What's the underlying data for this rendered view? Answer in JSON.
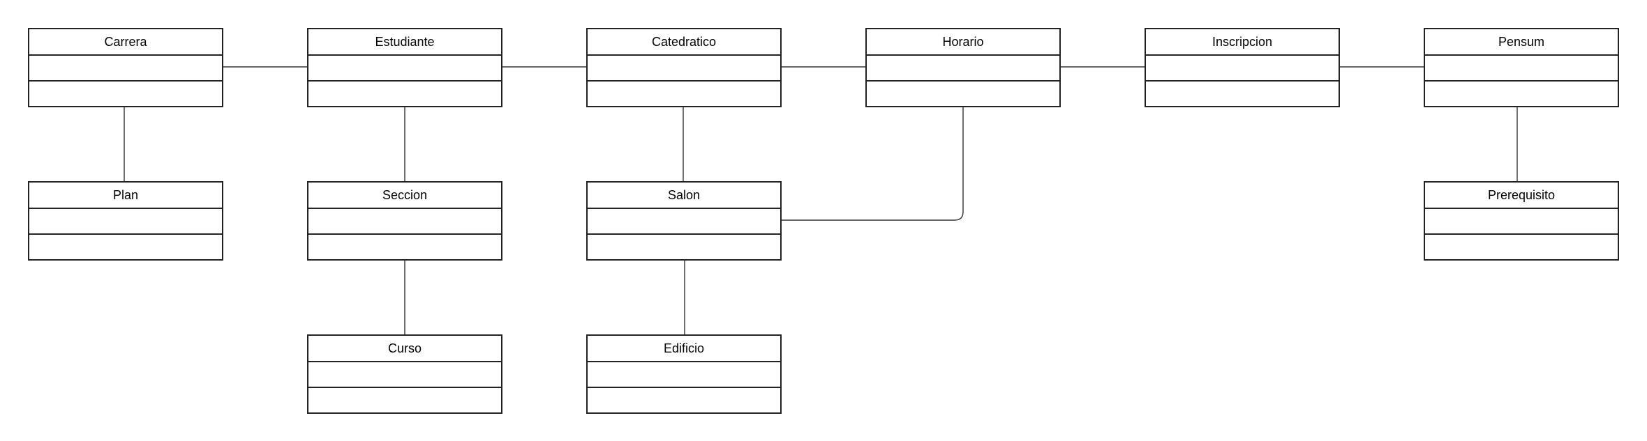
{
  "diagram": {
    "line_color": "#333333",
    "box_border_color": "#222222",
    "classes": {
      "carrera": "Carrera",
      "estudiante": "Estudiante",
      "catedratico": "Catedratico",
      "horario": "Horario",
      "inscripcion": "Inscripcion",
      "pensum": "Pensum",
      "plan": "Plan",
      "seccion": "Seccion",
      "salon": "Salon",
      "prerequisito": "Prerequisito",
      "curso": "Curso",
      "edificio": "Edificio"
    },
    "associations": [
      {
        "from": "Carrera",
        "to": "Estudiante"
      },
      {
        "from": "Estudiante",
        "to": "Catedratico"
      },
      {
        "from": "Catedratico",
        "to": "Horario"
      },
      {
        "from": "Horario",
        "to": "Inscripcion"
      },
      {
        "from": "Inscripcion",
        "to": "Pensum"
      },
      {
        "from": "Carrera",
        "to": "Plan"
      },
      {
        "from": "Estudiante",
        "to": "Seccion"
      },
      {
        "from": "Seccion",
        "to": "Curso"
      },
      {
        "from": "Catedratico",
        "to": "Salon"
      },
      {
        "from": "Salon",
        "to": "Edificio"
      },
      {
        "from": "Horario",
        "to": "Salon"
      },
      {
        "from": "Pensum",
        "to": "Prerequisito"
      }
    ]
  }
}
